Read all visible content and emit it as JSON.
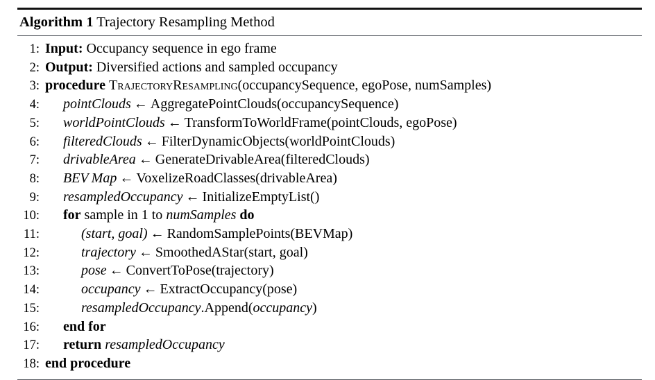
{
  "algorithm": {
    "label": "Algorithm 1",
    "title": "Trajectory Resampling Method",
    "lines": [
      {
        "no": "1:",
        "keyword": "Input:",
        "text": "Occupancy sequence in ego frame"
      },
      {
        "no": "2:",
        "keyword": "Output:",
        "text": "Diversified actions and sampled occupancy"
      },
      {
        "no": "3:",
        "keyword": "procedure",
        "proc_name": "TrajectoryResampling",
        "args": "(occupancySequence, egoPose, numSamples)"
      },
      {
        "no": "4:",
        "lhs": "pointClouds",
        "arrow": "←",
        "rhs": "AggregatePointClouds(occupancySequence)"
      },
      {
        "no": "5:",
        "lhs": "worldPointClouds",
        "arrow": "←",
        "rhs": "TransformToWorldFrame(pointClouds, egoPose)"
      },
      {
        "no": "6:",
        "lhs": "filteredClouds",
        "arrow": "←",
        "rhs": "FilterDynamicObjects(worldPointClouds)"
      },
      {
        "no": "7:",
        "lhs": "drivableArea",
        "arrow": "←",
        "rhs": "GenerateDrivableArea(filteredClouds)"
      },
      {
        "no": "8:",
        "lhs_a": "BEV",
        "lhs_b": "Map",
        "arrow": "←",
        "rhs": "VoxelizeRoadClasses(drivableArea)"
      },
      {
        "no": "9:",
        "lhs": "resampledOccupancy",
        "arrow": "←",
        "rhs": "InitializeEmptyList()"
      },
      {
        "no": "10:",
        "kw_for": "for",
        "mid": "sample in 1 to",
        "var": "numSamples",
        "kw_do": "do"
      },
      {
        "no": "11:",
        "lhs": "(start, goal)",
        "arrow": "←",
        "rhs": "RandomSamplePoints(BEVMap)"
      },
      {
        "no": "12:",
        "lhs": "trajectory",
        "arrow": "←",
        "rhs": "SmoothedAStar(start, goal)"
      },
      {
        "no": "13:",
        "lhs": "pose",
        "arrow": "←",
        "rhs": "ConvertToPose(trajectory)"
      },
      {
        "no": "14:",
        "lhs": "occupancy",
        "arrow": "←",
        "rhs": "ExtractOccupancy(pose)"
      },
      {
        "no": "15:",
        "lhs": "resampledOccupancy",
        "call": ".Append(",
        "arg": "occupancy",
        "close": ")"
      },
      {
        "no": "16:",
        "kw": "end for"
      },
      {
        "no": "17:",
        "kw": "return",
        "var": "resampledOccupancy"
      },
      {
        "no": "18:",
        "kw": "end procedure"
      }
    ]
  }
}
